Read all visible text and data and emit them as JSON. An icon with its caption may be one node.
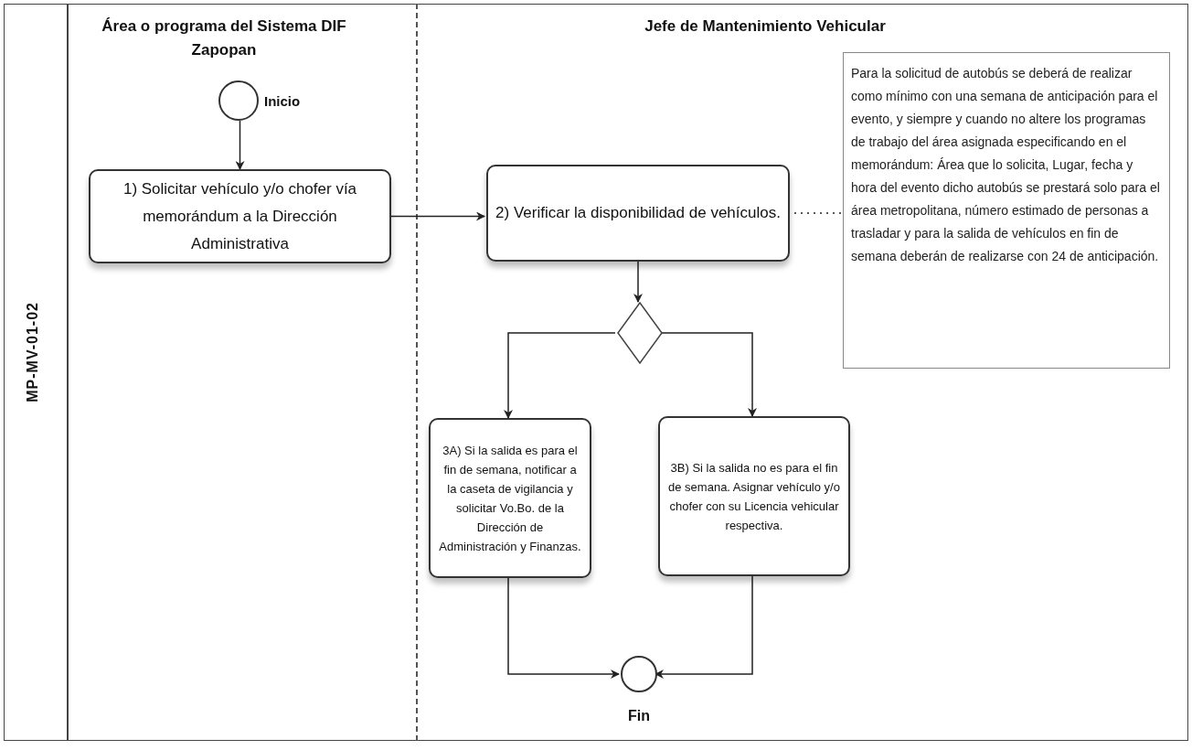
{
  "diagram": {
    "nodes": [
      {
        "text": [
          "Área o programa del Sistema DIF Zapopan"
        ]
      },
      {
        "text": [],
        "shape": "circle",
        "beside": [
          "Inicio"
        ],
        "in": 0
      },
      {
        "text": [
          "1) Solicitar vehículo y/o chofer vía memorándum a la Dirección Administrativa"
        ],
        "in": 0
      },
      {
        "text": [
          "Jefe de Mantenimiento Vehicular"
        ]
      },
      {
        "text": [
          "2) Verificar la disponibilidad de vehículos."
        ],
        "in": 3
      },
      {
        "text": [
          "Para la solicitud de autobús se deberá de realizar como mínimo con una semana de anticipación para el evento, y siempre y cuando no altere los programas de trabajo del área asignada especificando en el memorándum: Área que lo solicita, Lugar, fecha y hora del evento dicho autobús se prestará solo para el área metropolitana, número estimado de personas a trasladar y para la salida de vehículos en fin de semana deberán de realizarse con 24 de anticipación."
        ],
        "in": 3
      },
      {
        "text": [],
        "shape": "diamond",
        "in": 3
      },
      {
        "text": [
          "3A) Si la salida es para el fin de semana, notificar a la caseta de vigilancia y solicitar Vo.Bo. de la Dirección de Administración y Finanzas."
        ],
        "in": 3
      },
      {
        "text": [
          "3B) Si la salida no es para el fin de semana. Asignar vehículo y/o chofer con su Licencia vehicular respectiva."
        ],
        "in": 3
      },
      {
        "text": [],
        "shape": "circle",
        "beside": [
          "Fin"
        ],
        "in": 3
      }
    ],
    "edges": [
      {
        "from": 1,
        "to": 2,
        "arrow": "to"
      },
      {
        "from": 2,
        "to": 4,
        "arrow": "to"
      },
      {
        "from": 4,
        "to": 5,
        "arrow": "none",
        "style": "dashed"
      },
      {
        "from": 4,
        "to": 6,
        "arrow": "to"
      },
      {
        "from": 6,
        "to": 7,
        "arrow": "to"
      },
      {
        "from": 6,
        "to": 8,
        "arrow": "to"
      },
      {
        "from": 7,
        "to": 9,
        "arrow": "to"
      },
      {
        "from": 8,
        "to": 9,
        "arrow": "to"
      }
    ],
    "labels": [
      "MP-MV-01-02"
    ]
  }
}
